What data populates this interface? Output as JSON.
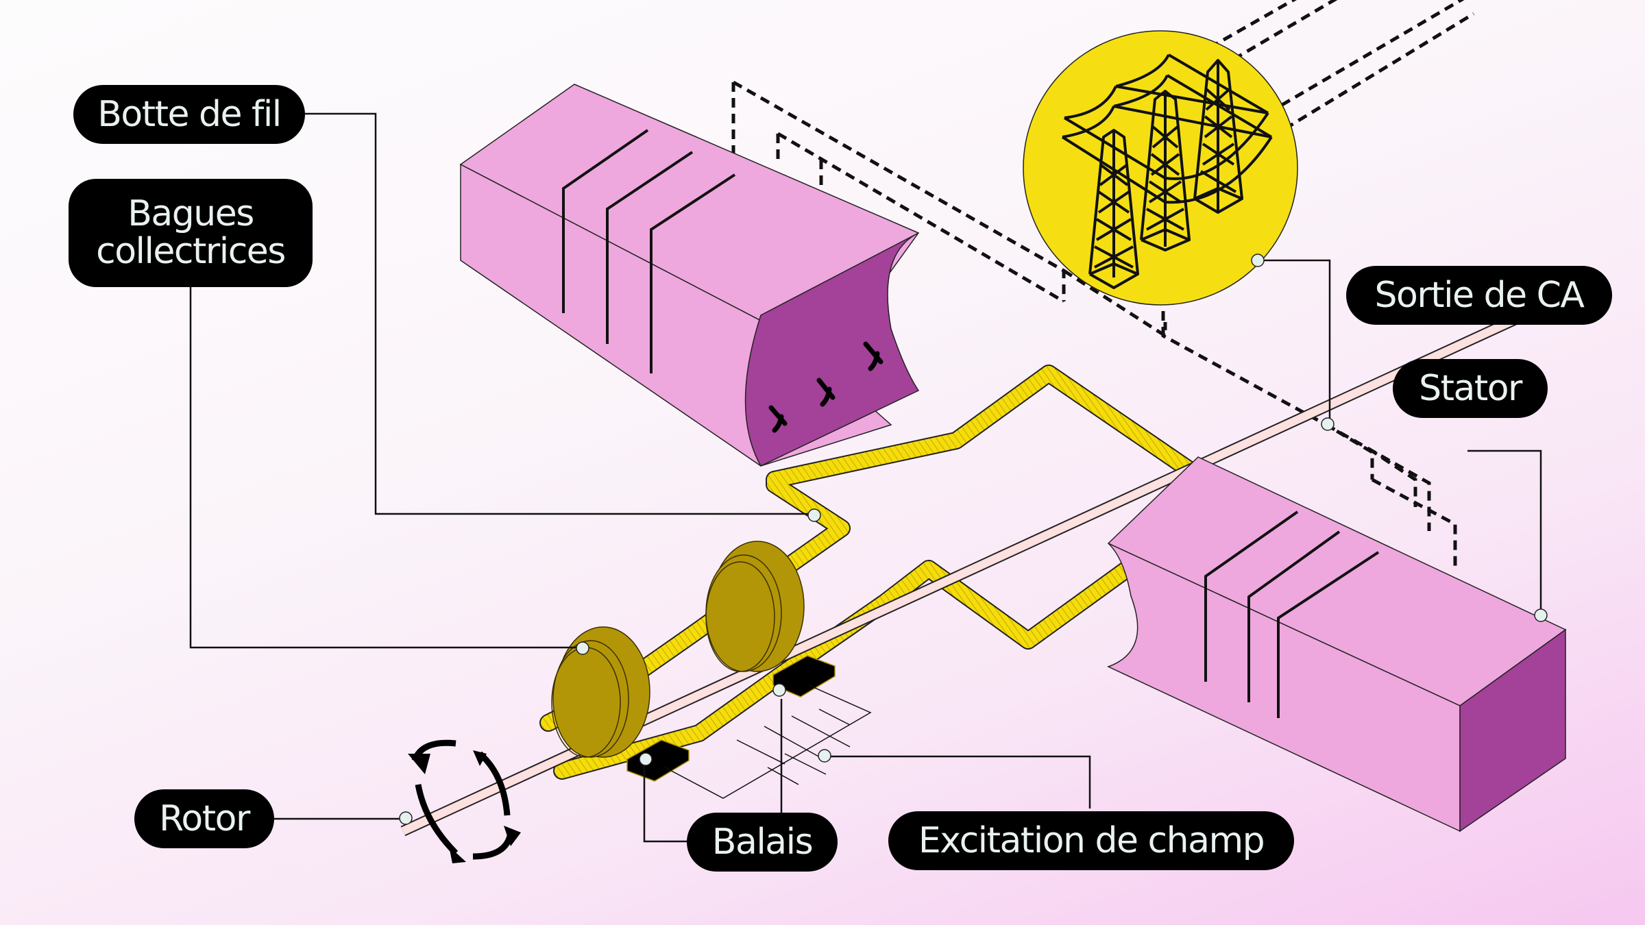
{
  "diagram": {
    "title": "AC generator (alternator) components",
    "labels": {
      "wire_coil": "Botte de fil",
      "slip_rings": "Bagues\ncollectrices",
      "ac_output": "Sortie de CA",
      "stator": "Stator",
      "rotor": "Rotor",
      "brushes": "Balais",
      "field_excitation": "Excitation de champ"
    },
    "colors": {
      "stator_light": "#eea8de",
      "stator_dark": "#a44199",
      "conductor_yellow": "#f5dc0a",
      "slip_ring_gold": "#b39607",
      "shaft_pink": "#fde0e0",
      "output_circle": "#f5df12",
      "label_bg": "#000000",
      "label_text": "#e9f2f1",
      "anchor_dot": "#e6f0ee"
    },
    "icons": {
      "output": "power-transmission-towers-icon",
      "rotation": "rotation-arrows-icon",
      "flux": "magnetic-flux-arrow-icon"
    }
  }
}
